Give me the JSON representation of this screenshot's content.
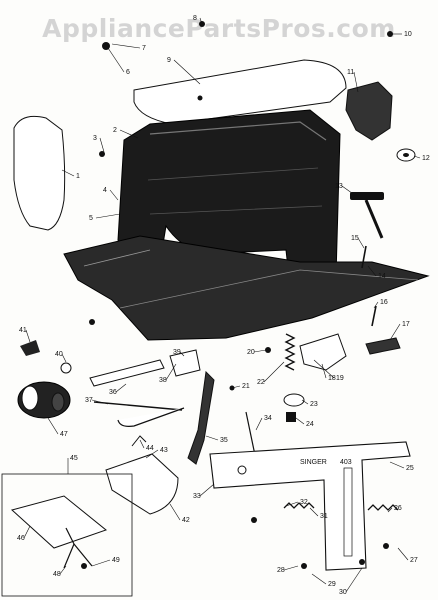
{
  "watermark": "AppliancePartsPros.com",
  "callouts": [
    "1",
    "2",
    "3",
    "4",
    "5",
    "6",
    "7",
    "8",
    "9",
    "10",
    "11",
    "12",
    "13",
    "14",
    "15",
    "16",
    "17",
    "18",
    "19",
    "20",
    "21",
    "22",
    "23",
    "24",
    "25",
    "26",
    "27",
    "28",
    "29",
    "30",
    "31",
    "32",
    "33",
    "34",
    "35",
    "36",
    "37",
    "38",
    "39",
    "40",
    "41",
    "42",
    "43",
    "44",
    "45",
    "46",
    "47",
    "48",
    "49"
  ],
  "plate_markings": {
    "brand": "SINGER",
    "model": "403"
  }
}
